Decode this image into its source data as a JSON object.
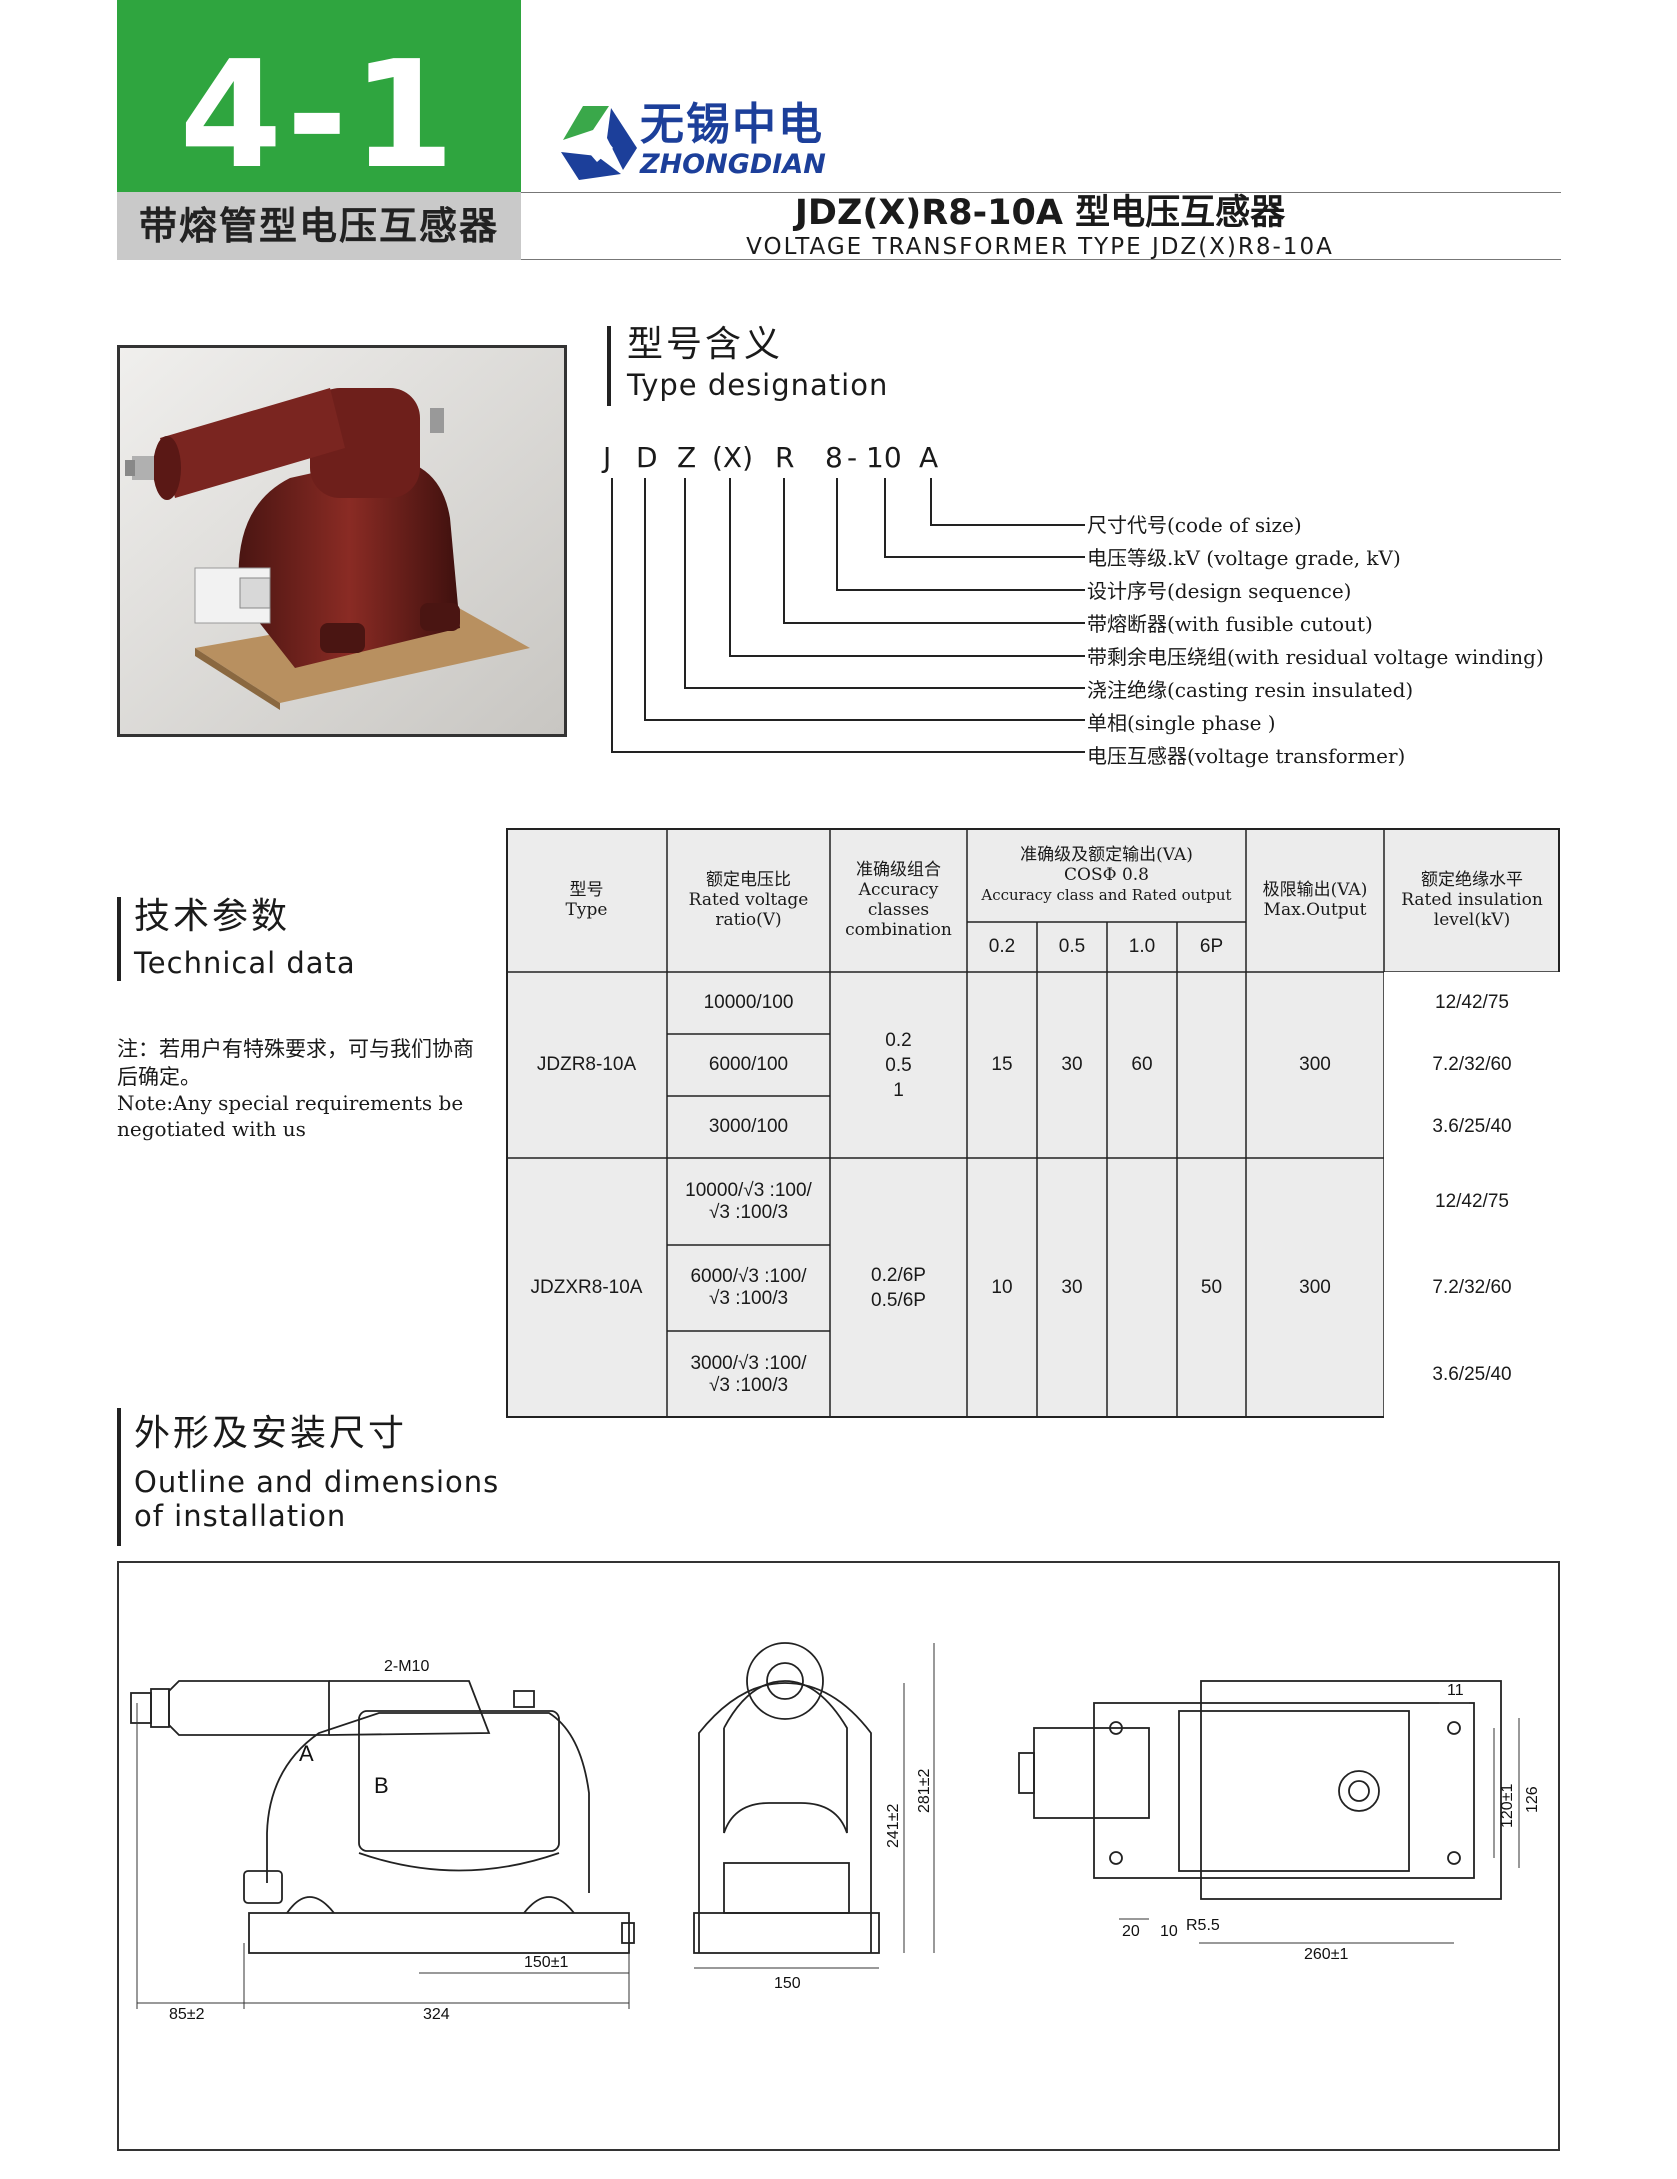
{
  "header": {
    "section_number": "4-1",
    "section_name": "带熔管型电压互感器",
    "brand_cn": "无锡中电",
    "brand_en": "ZHONGDIAN",
    "title_cn": "JDZ(X)R8-10A 型电压互感器",
    "title_en": "VOLTAGE TRANSFORMER TYPE JDZ(X)R8-10A"
  },
  "designation": {
    "heading_cn": "型号含义",
    "heading_en": "Type designation",
    "code_chars": [
      "J",
      "D",
      "Z",
      "(X)",
      "R",
      "8",
      "-",
      "10",
      "A"
    ],
    "labels": [
      "尺寸代号(code of size)",
      "电压等级.kV (voltage grade, kV)",
      "设计序号(design sequence)",
      "带熔断器(with fusible cutout)",
      "带剩余电压绕组(with residual voltage winding)",
      "浇注绝缘(casting resin insulated)",
      "单相(single phase )",
      "电压互感器(voltage transformer)"
    ]
  },
  "technical": {
    "heading_cn": "技术参数",
    "heading_en": "Technical data",
    "note_cn": "注：若用户有特殊要求，可与我们协商后确定。",
    "note_en": "Note:Any special requirements be negotiated with us"
  },
  "table": {
    "headers": {
      "type_cn": "型号",
      "type_en": "Type",
      "ratio_cn": "额定电压比",
      "ratio_en": "Rated voltage ratio(V)",
      "acc_cn": "准确级组合",
      "acc_en": "Accuracy classes combination",
      "output_cn": "准确级及额定输出(VA)",
      "output_cos": "COSΦ  0.8",
      "output_en": "Accuracy class and Rated output",
      "sub": [
        "0.2",
        "0.5",
        "1.0",
        "6P"
      ],
      "max_cn": "极限输出(VA)",
      "max_en": "Max.Output",
      "ins_cn": "额定绝缘水平",
      "ins_en": "Rated insulation level(kV)"
    },
    "groups": [
      {
        "type": "JDZR8-10A",
        "ratios": [
          "10000/100",
          "6000/100",
          "3000/100"
        ],
        "accuracy": [
          "0.2",
          "0.5",
          "1"
        ],
        "out_02": "15",
        "out_05": "30",
        "out_10": "60",
        "out_6p": "",
        "max_output": "300",
        "insulation": [
          "12/42/75",
          "7.2/32/60",
          "3.6/25/40"
        ]
      },
      {
        "type": "JDZXR8-10A",
        "ratios_line1": [
          "10000/√3 :100/",
          "6000/√3 :100/",
          "3000/√3 :100/"
        ],
        "ratios_line2": [
          "√3 :100/3",
          "√3 :100/3",
          "√3 :100/3"
        ],
        "accuracy": [
          "0.2/6P",
          "0.5/6P"
        ],
        "out_02": "10",
        "out_05": "30",
        "out_10": "",
        "out_6p": "50",
        "max_output": "300",
        "insulation": [
          "12/42/75",
          "7.2/32/60",
          "3.6/25/40"
        ]
      }
    ]
  },
  "outline": {
    "heading_cn": "外形及安装尺寸",
    "heading_en_1": "Outline and dimensions",
    "heading_en_2": "of installation",
    "dims": {
      "m10": "2-M10",
      "a": "A",
      "b": "B",
      "d85": "85±2",
      "d324": "324",
      "d150a": "150±1",
      "d241": "241±2",
      "d281": "281±2",
      "d150": "150",
      "d11": "11",
      "d20": "20",
      "d10": "10",
      "r55": "R5.5",
      "d260": "260±1",
      "d120": "120±1",
      "d126": "126"
    }
  }
}
